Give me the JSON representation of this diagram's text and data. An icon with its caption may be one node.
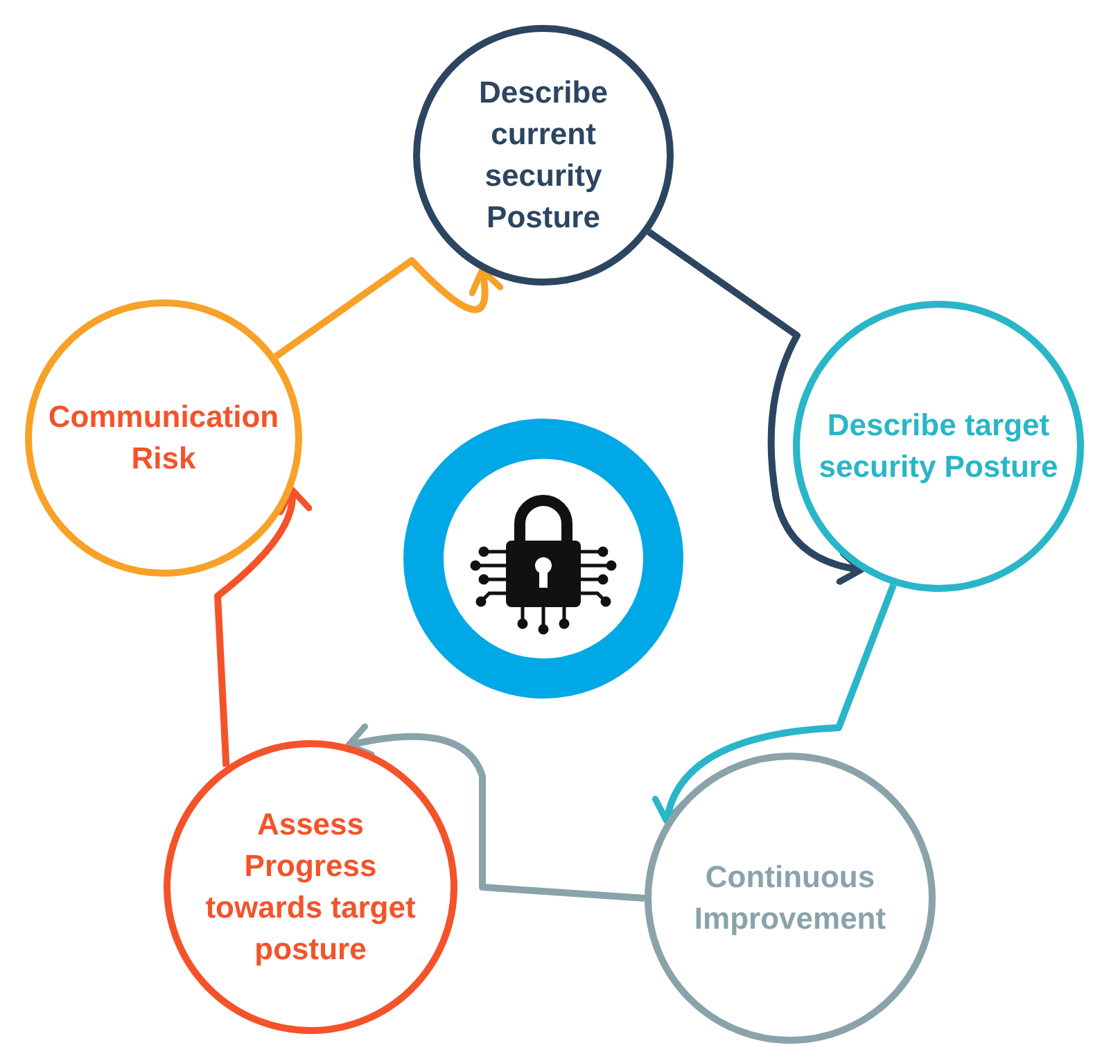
{
  "diagram": {
    "nodes": [
      {
        "text": [
          "Describe current security Posture"
        ]
      },
      {
        "text": [
          "Describe target security Posture"
        ]
      },
      {
        "text": [
          "Continuous Improvement"
        ]
      },
      {
        "text": [
          "Assess Progress towards target posture"
        ]
      },
      {
        "text": [
          "Communication Risk"
        ]
      },
      {
        "text": [],
        "shape": "circle"
      }
    ],
    "edges": [
      {
        "from": 0,
        "to": 1,
        "arrow": "to",
        "color": "#2c4560"
      },
      {
        "from": 1,
        "to": 2,
        "arrow": "to",
        "color": "#29b6c8"
      },
      {
        "from": 2,
        "to": 3,
        "arrow": "to",
        "color": "#8aa3ab"
      },
      {
        "from": 3,
        "to": 4,
        "arrow": "to",
        "color": "#f4532a"
      },
      {
        "from": 4,
        "to": 0,
        "arrow": "to",
        "color": "#f7a128"
      }
    ]
  }
}
